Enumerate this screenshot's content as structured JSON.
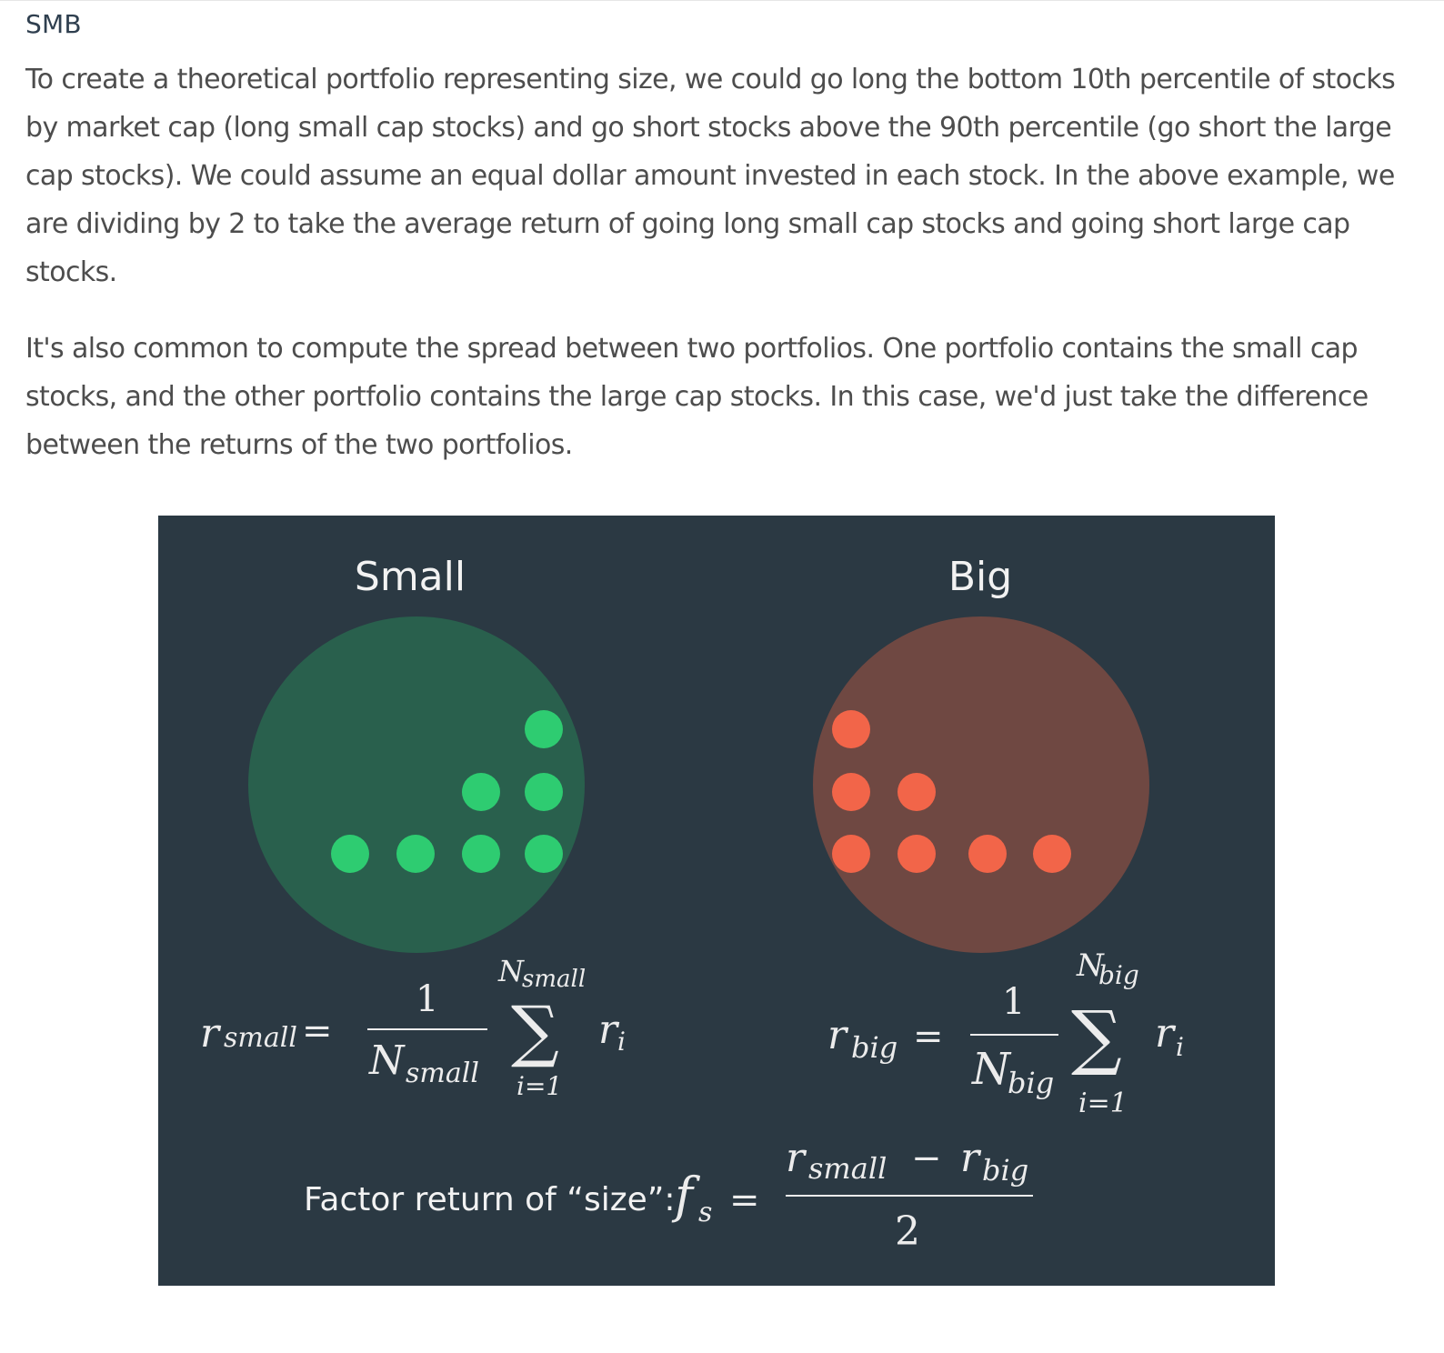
{
  "heading": "SMB",
  "paragraphs": [
    "To create a theoretical portfolio representing size, we could go long the bottom 10th percentile of stocks by market cap (long small cap stocks) and go short stocks above the 90th percentile (go short the large cap stocks). We could assume an equal dollar amount invested in each stock. In the above example, we are dividing by 2 to take the average return of going long small cap stocks and going short large cap stocks.",
    "It's also common to compute the spread between two portfolios. One portfolio contains the small cap stocks, and the other portfolio contains the large cap stocks. In this case, we'd just take the difference between the returns of the two portfolios."
  ],
  "figure": {
    "small_label": "Small",
    "big_label": "Big",
    "colors": {
      "background": "#2b3943",
      "small_circle": "#29604d",
      "small_dot": "#2ecc71",
      "big_circle": "#6f4842",
      "big_dot": "#f26549"
    },
    "formula_small": {
      "lhs_r": "r",
      "lhs_sub": "small",
      "equals": "=",
      "numerator": "1",
      "den_N": "N",
      "den_sub": "small",
      "sum_symbol": "∑",
      "sum_upper_N": "N",
      "sum_upper_sub": "small",
      "sum_lower": "i=1",
      "term_r": "r",
      "term_sub": "i"
    },
    "formula_big": {
      "lhs_r": "r",
      "lhs_sub": "big",
      "equals": "=",
      "numerator": "1",
      "den_N": "N",
      "den_sub": "big",
      "sum_symbol": "∑",
      "sum_upper_N": "N",
      "sum_upper_sub": "big",
      "sum_lower": "i=1",
      "term_r": "r",
      "term_sub": "i"
    },
    "factor": {
      "label": "Factor return of “size”:",
      "f": "f",
      "f_sub": "s",
      "equals": "=",
      "num_r1": "r",
      "num_sub1": "small",
      "minus": "−",
      "num_r2": "r",
      "num_sub2": "big",
      "denominator": "2"
    }
  }
}
